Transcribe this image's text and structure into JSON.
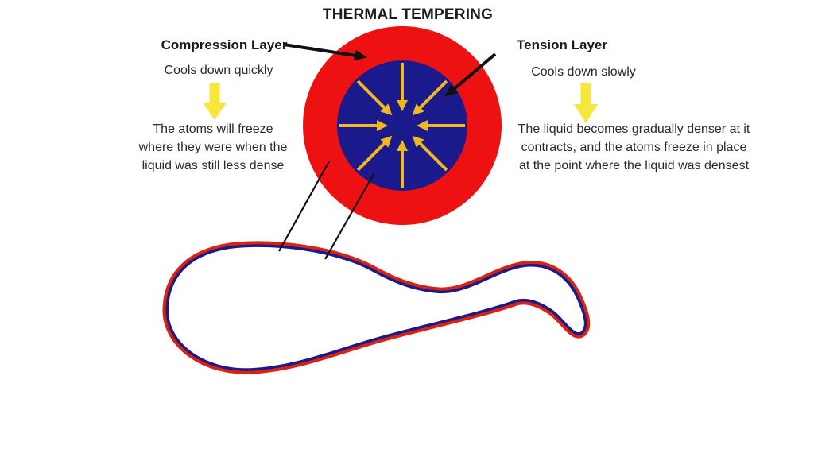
{
  "title": "THERMAL TEMPERING",
  "compression": {
    "heading": "Compression Layer",
    "subheading": "Cools down quickly",
    "description_lines": [
      "The atoms will freeze",
      "where they were when the",
      "liquid was still less dense"
    ]
  },
  "tension": {
    "heading": "Tension Layer",
    "subheading": "Cools down slowly",
    "description_lines": [
      "The liquid becomes gradually denser at it",
      "contracts, and the atoms freeze in place",
      "at the point where the  liquid was densest"
    ]
  },
  "icons": {
    "down_arrow": "thick yellow downward block arrow",
    "inward_stress_arrows": "eight gold arrows pointing to circle center",
    "pointer_arrow": "black label pointer arrow"
  },
  "colors": {
    "compression_red": "#ee1111",
    "tension_blue": "#1a1a8c",
    "stress_arrow_gold": "#f0b81e",
    "block_arrow_yellow": "#f7e73c",
    "pointer_black": "#111111",
    "background": "#ffffff"
  }
}
